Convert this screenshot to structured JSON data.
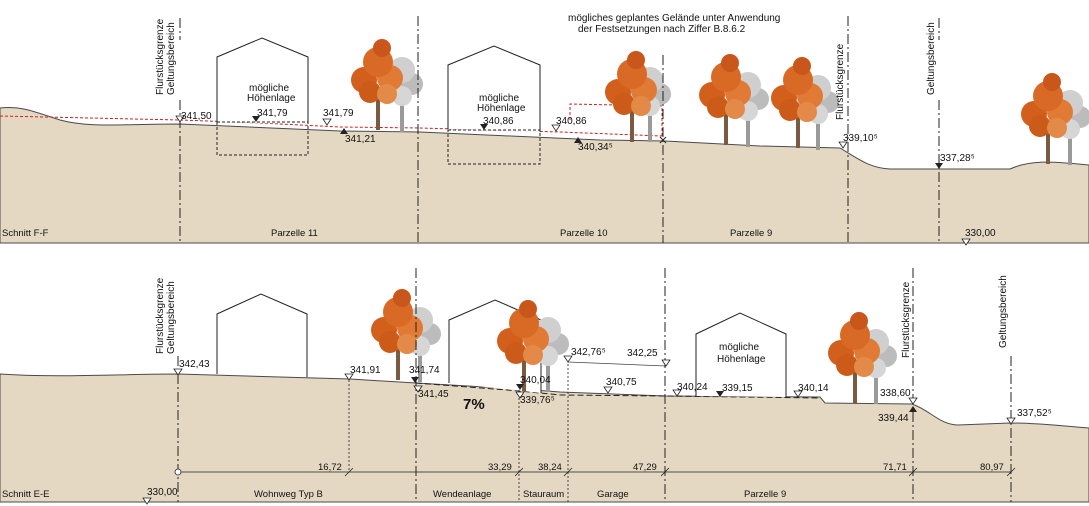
{
  "section_ff": {
    "title": "Schnitt F-F",
    "boundary_label_1": "Flurstücksgrenze",
    "boundary_label_2": "Geltungsbereich",
    "right_boundary_label": "Flurstücksgrenze",
    "far_right_label": "Geltungsbereich",
    "note_line1": "mögliches geplantes Gelände unter Anwendung",
    "note_line2": "der Festsetzungen nach Ziffer B.8.6.2",
    "house1_label_1": "mögliche",
    "house1_label_2": "Höhenlage",
    "house2_label_1": "mögliche",
    "house2_label_2": "Höhenlage",
    "elevations": {
      "e1": "341,50",
      "e2": "341,79",
      "e3": "341,79",
      "e4": "341,21",
      "e5": "340,86",
      "e6": "340,86",
      "e7": "340,34⁵",
      "e8": "339,10⁵",
      "e9": "337,28⁵",
      "reference": "330,00"
    },
    "parcels": {
      "p1": "Parzelle 11",
      "p2": "Parzelle 10",
      "p3": "Parzelle 9"
    }
  },
  "section_ee": {
    "title": "Schnitt E-E",
    "boundary_label_1": "Flurstücksgrenze",
    "boundary_label_2": "Geltungsbereich",
    "right_boundary_label": "Flurstücksgrenze",
    "far_right_label": "Geltungsbereich",
    "house_label_1": "mögliche",
    "house_label_2": "Höhenlage",
    "slope": "7%",
    "elevations": {
      "e1": "342,43",
      "e2": "341,91",
      "e3": "341,74",
      "e4": "341,45",
      "e5": "340,04",
      "e6": "339,76⁵",
      "e7": "342,76⁵",
      "e8": "342,25",
      "e9": "340,75",
      "e10": "340,24",
      "e11": "339,15",
      "e12": "340,14",
      "e13": "338,60",
      "e14": "339,44",
      "e15": "337,52⁵",
      "reference": "330,00"
    },
    "distances": {
      "d1": "16,72",
      "d2": "33,29",
      "d3": "38,24",
      "d4": "47,29",
      "d5": "71,71",
      "d6": "80,97"
    },
    "zones": {
      "z1": "Wohnweg Typ B",
      "z2": "Wendeanlage",
      "z3": "Stauraum",
      "z4": "Garage",
      "z5": "Parzelle 9"
    }
  },
  "colors": {
    "ground": "#e4d8c3",
    "terrain_line": "#4a4a4a",
    "planned_line": "#cc2020",
    "tree_orange": "#d35f1c",
    "tree_gray": "#bdbdbd"
  },
  "icons": {
    "level_marker": "level-triangle-icon",
    "tree": "tree-icon"
  }
}
